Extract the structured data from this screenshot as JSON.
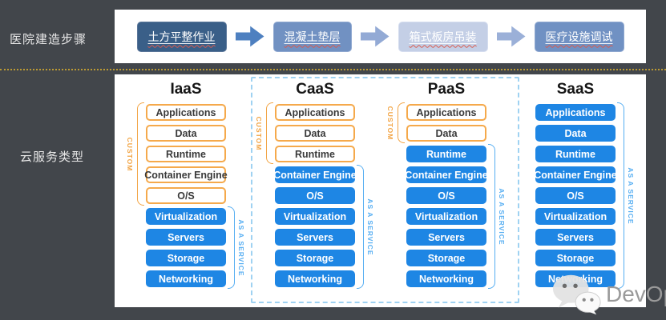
{
  "labels": {
    "construction_steps": "医院建造步骤",
    "cloud_service_types": "云服务类型"
  },
  "flow": {
    "steps": [
      {
        "label": "土方平整作业",
        "bg": "#3A5F88",
        "border": "#5A7699"
      },
      {
        "label": "混凝土垫层",
        "bg": "#7191C2",
        "border": "#8FA8D0"
      },
      {
        "label": "箱式板房吊装",
        "bg": "#C4CFE6",
        "border": "#D5DDEF"
      },
      {
        "label": "医疗设施调试",
        "bg": "#7091C3",
        "border": "#8FA8D0"
      }
    ],
    "arrow_colors": [
      "#4E80C0",
      "#93AAD5",
      "#9BB0D8"
    ]
  },
  "cloud": {
    "custom_label": "CUSTOM",
    "service_label": "AS A SERVICE",
    "columns": [
      {
        "name": "IaaS",
        "custom_layers": [
          "Applications",
          "Data",
          "Runtime",
          "Container Engine",
          "O/S"
        ],
        "service_layers": [
          "Virtualization",
          "Servers",
          "Storage",
          "Networking"
        ]
      },
      {
        "name": "CaaS",
        "custom_layers": [
          "Applications",
          "Data",
          "Runtime"
        ],
        "service_layers": [
          "Container Engine",
          "O/S",
          "Virtualization",
          "Servers",
          "Storage",
          "Networking"
        ]
      },
      {
        "name": "PaaS",
        "custom_layers": [
          "Applications",
          "Data"
        ],
        "service_layers": [
          "Runtime",
          "Container Engine",
          "O/S",
          "Virtualization",
          "Servers",
          "Storage",
          "Networking"
        ]
      },
      {
        "name": "SaaS",
        "custom_layers": [],
        "service_layers": [
          "Applications",
          "Data",
          "Runtime",
          "Container Engine",
          "O/S",
          "Virtualization",
          "Servers",
          "Storage",
          "Networking"
        ]
      }
    ],
    "highlighted_columns": [
      "CaaS",
      "PaaS"
    ],
    "colors": {
      "service_box": "#1E86E4",
      "custom_border": "#F5A94B",
      "custom_text": "#F2A444",
      "service_text": "#56AEF2",
      "highlight_dash": "#9FD2F2"
    }
  },
  "watermark": {
    "text": "DevOps"
  }
}
